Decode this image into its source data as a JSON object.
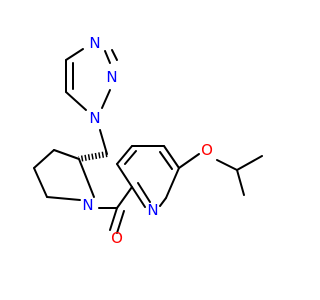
{
  "atoms": {
    "triazole_n1": {
      "label": "N",
      "color": "#0000ff"
    },
    "triazole_n2": {
      "label": "N",
      "color": "#0000ff"
    },
    "triazole_n3": {
      "label": "N",
      "color": "#0000ff"
    },
    "pyrrolidine_n": {
      "label": "N",
      "color": "#0000ff"
    },
    "pyridine_n": {
      "label": "N",
      "color": "#0000ff"
    },
    "ether_o": {
      "label": "O",
      "color": "#ff0000"
    },
    "carbonyl_o": {
      "label": "O",
      "color": "#ff0000"
    }
  },
  "colors": {
    "bond": "#000000",
    "background": "#ffffff"
  }
}
